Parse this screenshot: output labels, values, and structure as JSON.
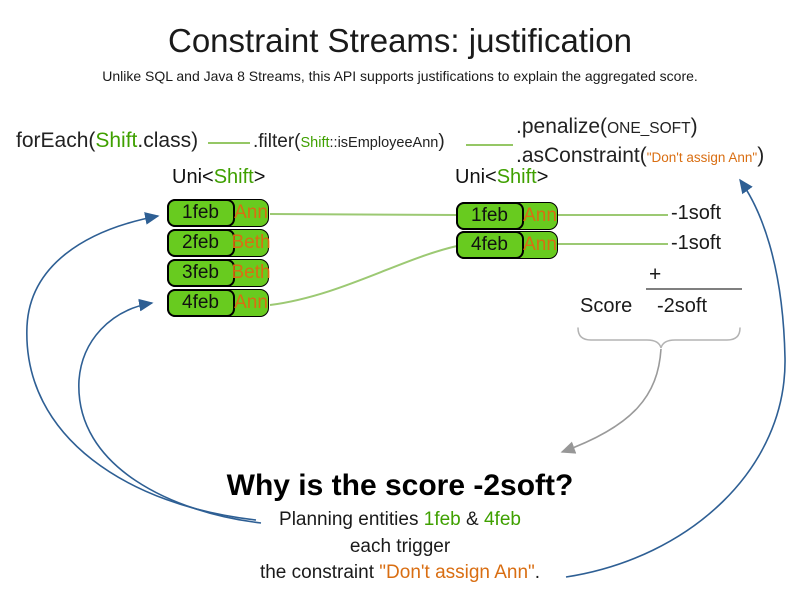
{
  "title": "Constraint Streams: justification",
  "subtitle": "Unlike SQL and Java 8 Streams, this API supports justifications to explain the aggregated score.",
  "colors": {
    "green_text": "#3fa000",
    "box_fill": "#68cb1f",
    "connector_green": "#9cc973",
    "orange": "#d96e12",
    "blue_arrow": "#2e5f94",
    "gray": "#8c8c8c"
  },
  "code": {
    "foreach": {
      "pre": "forEach(",
      "cls": "Shift",
      "post": ".class)"
    },
    "filter": {
      "pre": ".filter(",
      "lambda_class": "Shift",
      "lambda_method": "::isEmployeeAnn",
      "post": ")"
    },
    "penalize": {
      "pre": ".penalize(",
      "arg": "ONE_SOFT",
      "post": ")"
    },
    "asconstraint": {
      "pre": ".asConstraint(",
      "arg": "\"Don't assign Ann\"",
      "post": ")"
    }
  },
  "left_group": {
    "label": {
      "pre": "Uni<",
      "type": "Shift",
      "post": ">"
    },
    "rows": [
      {
        "date": "1feb",
        "name": "Ann"
      },
      {
        "date": "2feb",
        "name": "Beth"
      },
      {
        "date": "3feb",
        "name": "Beth"
      },
      {
        "date": "4feb",
        "name": "Ann"
      }
    ]
  },
  "right_group": {
    "label": {
      "pre": "Uni<",
      "type": "Shift",
      "post": ">"
    },
    "rows": [
      {
        "date": "1feb",
        "name": "Ann"
      },
      {
        "date": "4feb",
        "name": "Ann"
      }
    ]
  },
  "scores": {
    "penalties": [
      "-1soft",
      "-1soft"
    ],
    "plus": "+",
    "score_label": "Score",
    "total": "-2soft"
  },
  "question": {
    "heading": "Why is the score -2soft?",
    "line1": {
      "pre": "Planning entities ",
      "entity1": "1feb",
      "mid": " & ",
      "entity2": "4feb"
    },
    "line2": "each trigger",
    "line3": {
      "pre": "the constraint ",
      "constraint": "\"Don't assign Ann\"",
      "post": "."
    }
  }
}
